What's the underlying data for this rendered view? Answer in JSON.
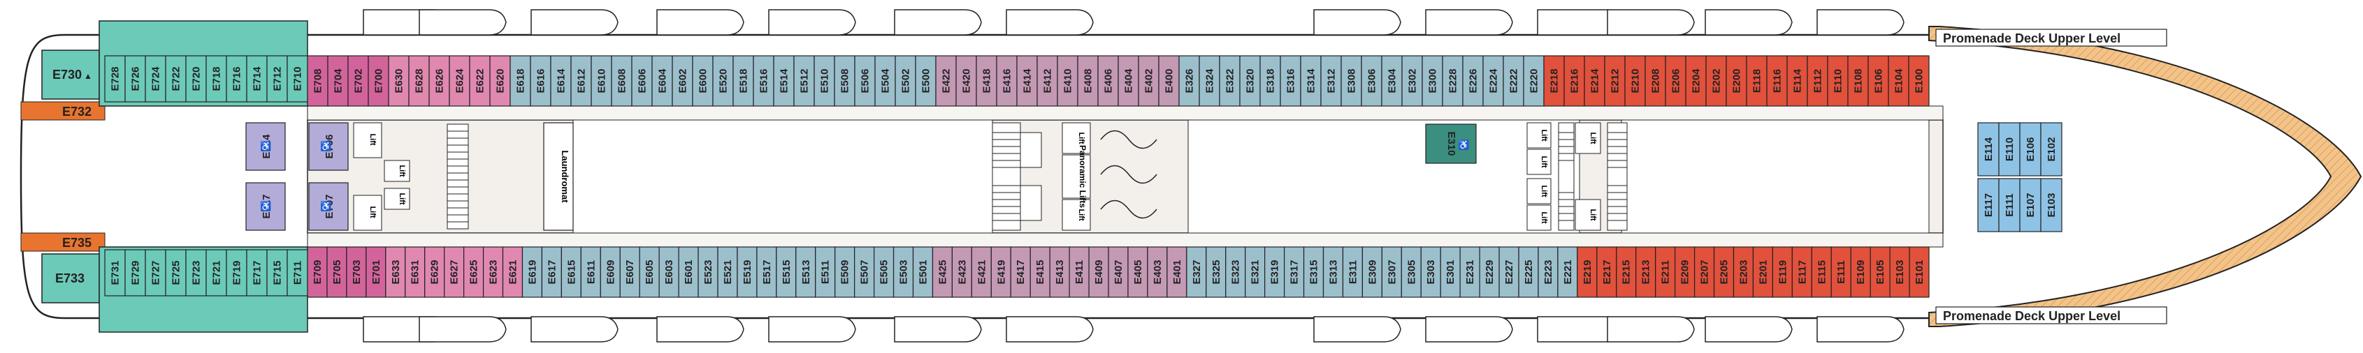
{
  "deck": {
    "name_top": "Promenade Deck Upper Level",
    "name_bottom": "Promenade Deck Upper Level"
  },
  "facilities": {
    "laundromat": "Laundromat",
    "panoramic_lifts": "Panoramic Lifts",
    "lift": "Lift"
  },
  "colors": {
    "aft_green": "#6ccab8",
    "pink": "#e088b0",
    "magenta": "#d3649b",
    "steel_blue": "#9cbfcc",
    "mauve": "#c499b4",
    "red": "#e2513c",
    "light_blue": "#8ec3e6",
    "lilac": "#b3acd9",
    "orange": "#e9742f",
    "teal": "#3b8f80",
    "promenade": "#f3c389",
    "corridor": "#f3f0eb"
  },
  "icons": {
    "accessible": "wheelchair-icon",
    "connecting": "red-dot-icon",
    "triangle": "triangle-icon",
    "lifeboat": "lifeboat-icon",
    "stairs": "stairs-icon",
    "lift": "lift-icon"
  },
  "cabins": {
    "aft_top": [
      "E728",
      "E726",
      "E724",
      "E722",
      "E720",
      "E718",
      "E716",
      "E714",
      "E712",
      "E710"
    ],
    "aft_bottom": [
      "E731",
      "E729",
      "E727",
      "E725",
      "E723",
      "E721",
      "E719",
      "E717",
      "E715",
      "E711"
    ],
    "aft_side_top": "E730",
    "aft_side_bottom": "E733",
    "aft_orange_top": "E732",
    "aft_orange_bottom": "E735",
    "top": [
      "E708",
      "E704",
      "E702",
      "E700",
      "E630",
      "E628",
      "E626",
      "E624",
      "E622",
      "E620",
      "E618",
      "E616",
      "E614",
      "E612",
      "E610",
      "E608",
      "E606",
      "E604",
      "E602",
      "E600",
      "E520",
      "E518",
      "E516",
      "E514",
      "E512",
      "E510",
      "E508",
      "E506",
      "E504",
      "E502",
      "E500",
      "E422",
      "E420",
      "E418",
      "E416",
      "E414",
      "E412",
      "E410",
      "E408",
      "E406",
      "E404",
      "E402",
      "E400",
      "E326",
      "E324",
      "E322",
      "E320",
      "E318",
      "E316",
      "E314",
      "E312",
      "E308",
      "E306",
      "E304",
      "E302",
      "E300",
      "E228",
      "E226",
      "E224",
      "E222",
      "E220",
      "E218",
      "E216",
      "E214",
      "E212",
      "E210",
      "E208",
      "E206",
      "E204",
      "E202",
      "E200",
      "E118",
      "E116",
      "E114",
      "E112",
      "E110",
      "E108",
      "E106",
      "E104",
      "E100"
    ],
    "bottom": [
      "E709",
      "E705",
      "E703",
      "E701",
      "E633",
      "E631",
      "E629",
      "E627",
      "E625",
      "E623",
      "E621",
      "E619",
      "E617",
      "E615",
      "E611",
      "E609",
      "E607",
      "E605",
      "E603",
      "E601",
      "E523",
      "E521",
      "E519",
      "E517",
      "E515",
      "E513",
      "E511",
      "E509",
      "E507",
      "E505",
      "E503",
      "E501",
      "E425",
      "E423",
      "E421",
      "E419",
      "E417",
      "E415",
      "E413",
      "E411",
      "E409",
      "E407",
      "E405",
      "E403",
      "E401",
      "E327",
      "E325",
      "E323",
      "E321",
      "E319",
      "E317",
      "E315",
      "E313",
      "E311",
      "E309",
      "E307",
      "E305",
      "E303",
      "E301",
      "E231",
      "E229",
      "E227",
      "E225",
      "E223",
      "E221",
      "E219",
      "E217",
      "E215",
      "E213",
      "E211",
      "E209",
      "E207",
      "E205",
      "E203",
      "E201",
      "E119",
      "E117",
      "E115",
      "E111",
      "E109",
      "E105",
      "E103",
      "E101"
    ],
    "mid_aft": [
      "E714",
      "E706",
      "E717",
      "E707"
    ],
    "mid_center": "E310",
    "mid_fwd": [
      "E114",
      "E110",
      "E106",
      "E102",
      "E117",
      "E111",
      "E107",
      "E103"
    ]
  }
}
